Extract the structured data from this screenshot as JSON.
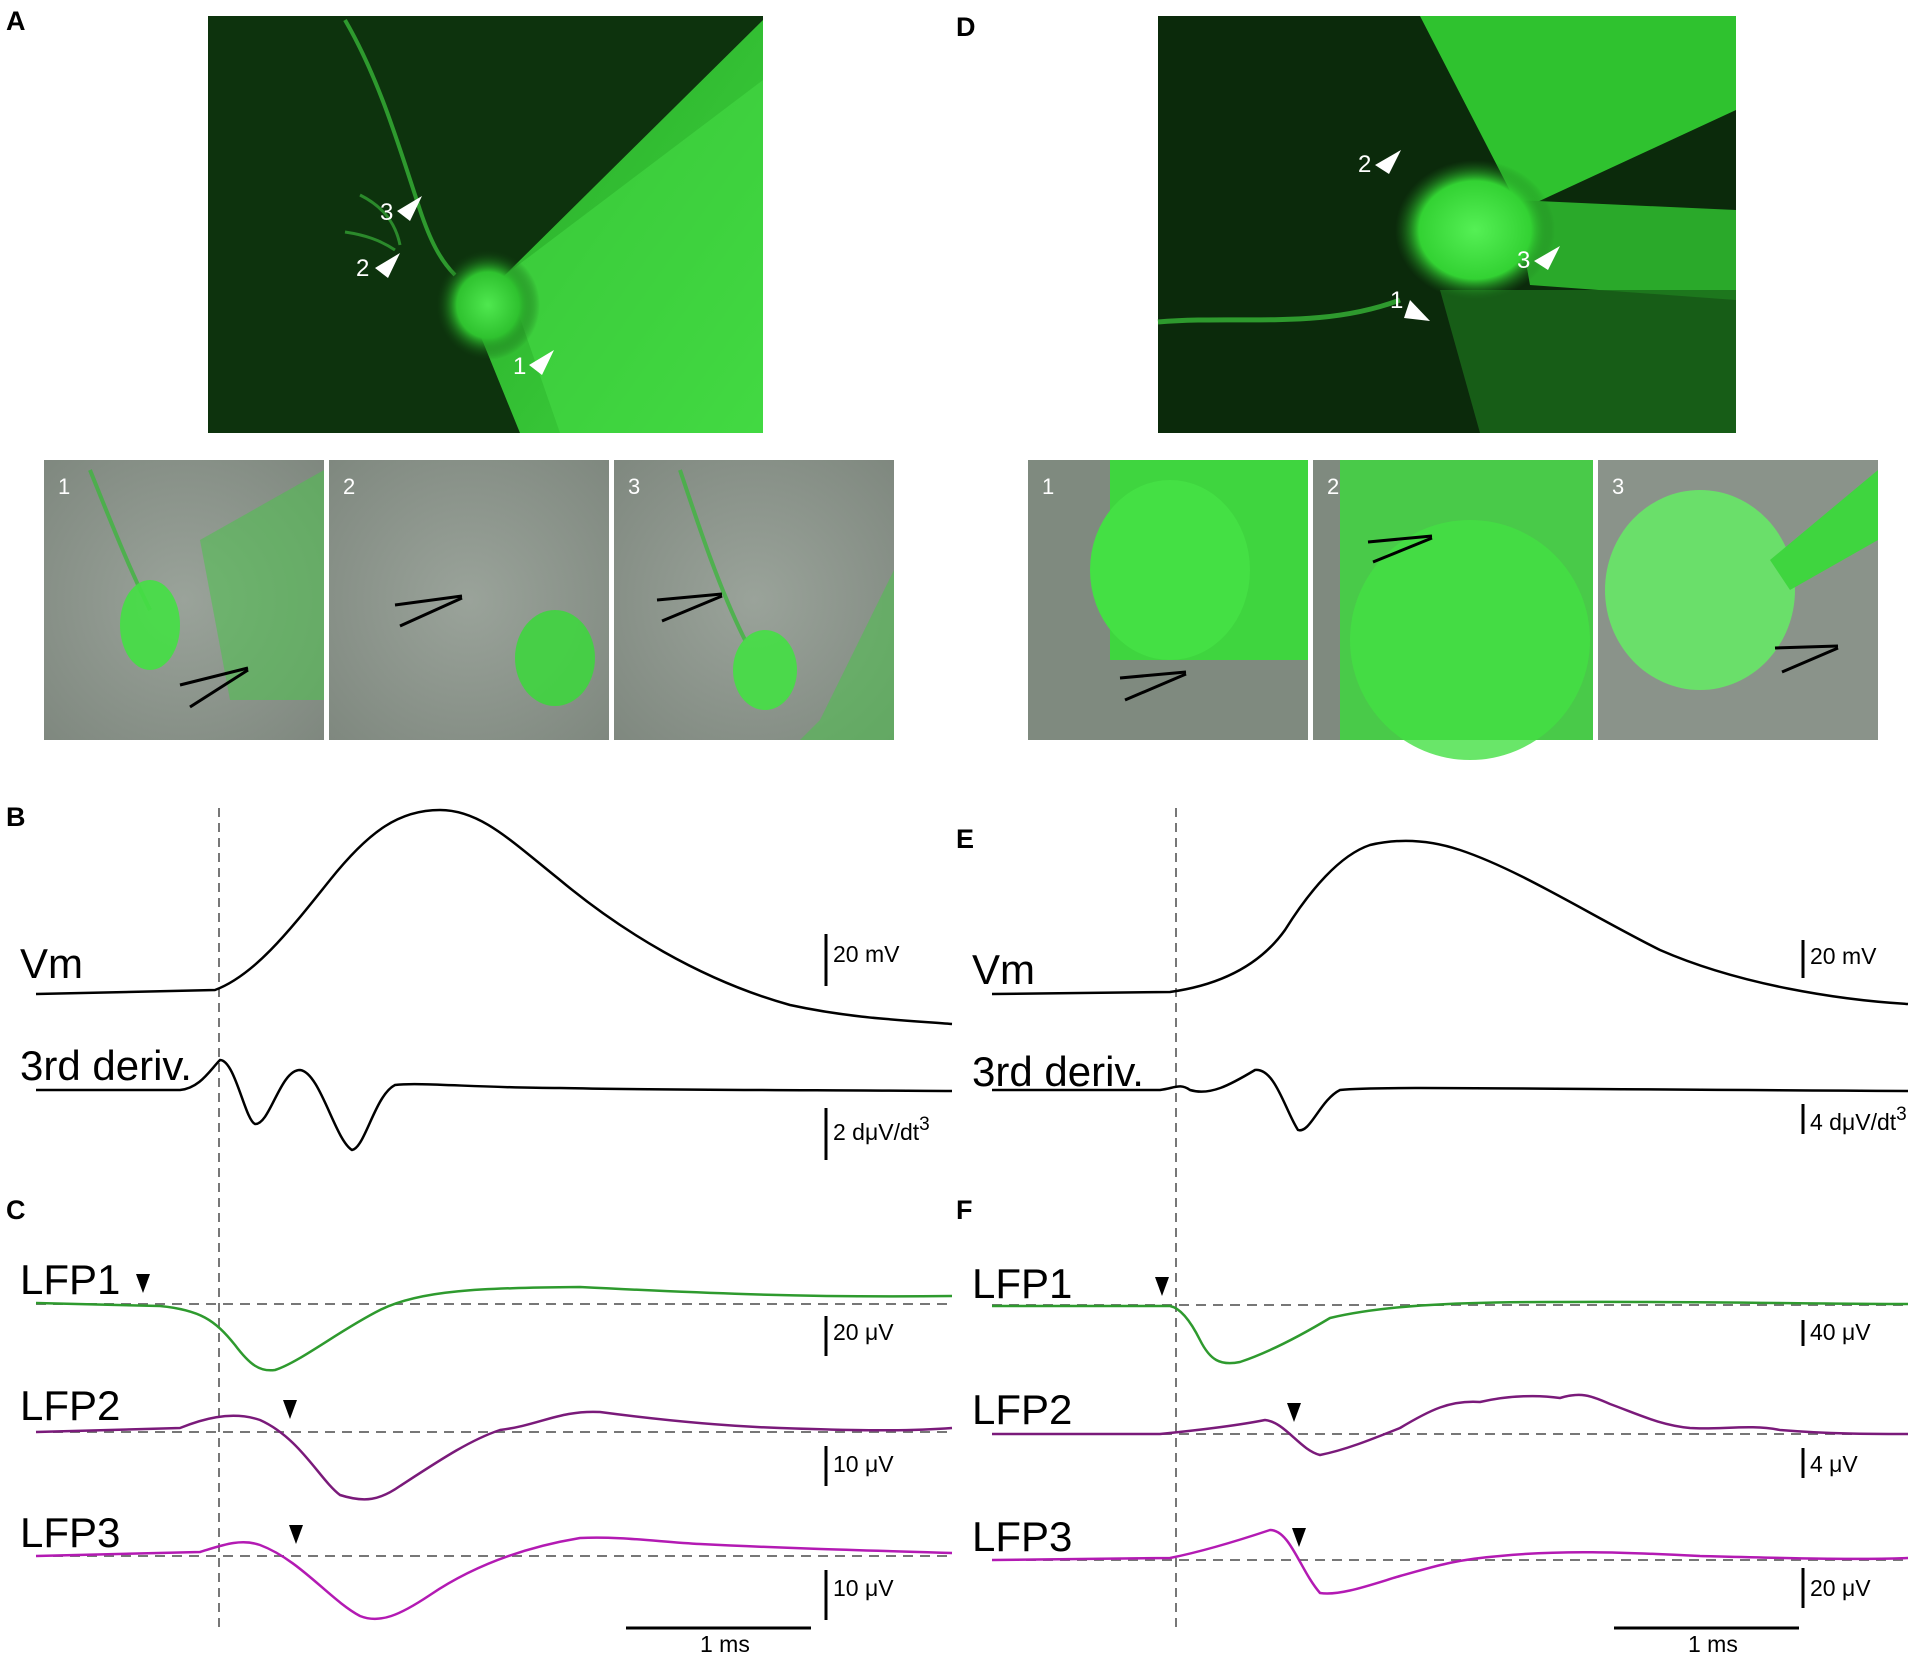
{
  "figure": {
    "panel_letters": {
      "a": "A",
      "b": "B",
      "c": "C",
      "d": "D",
      "e": "E",
      "f": "F"
    },
    "left": {
      "arrow_labels": [
        "1",
        "2",
        "3"
      ],
      "inset_labels": [
        "1",
        "2",
        "3"
      ],
      "trace_labels": {
        "vm": "Vm",
        "deriv": "3rd deriv.",
        "lfp1": "LFP1",
        "lfp2": "LFP2",
        "lfp3": "LFP3"
      },
      "scale_bars": {
        "vm": "20 mV",
        "deriv": "2 dμV/dt",
        "deriv_sup": "3",
        "lfp1": "20 μV",
        "lfp2": "10 μV",
        "lfp3": "10 μV",
        "time": "1 ms"
      }
    },
    "right": {
      "arrow_labels": [
        "1",
        "2",
        "3"
      ],
      "inset_labels": [
        "1",
        "2",
        "3"
      ],
      "trace_labels": {
        "vm": "Vm",
        "deriv": "3rd deriv.",
        "lfp1": "LFP1",
        "lfp2": "LFP2",
        "lfp3": "LFP3"
      },
      "scale_bars": {
        "vm": "20 mV",
        "deriv": "4 dμV/dt",
        "deriv_sup": "3",
        "lfp1": "40 μV",
        "lfp2": "4 μV",
        "lfp3": "20 μV",
        "time": "1 ms"
      }
    },
    "colors": {
      "lfp1": "#2e9a2e",
      "lfp2": "#7a1a7a",
      "lfp3": "#b31ab3",
      "fluorescence": "#33dd33",
      "dashed": "#777777"
    }
  }
}
